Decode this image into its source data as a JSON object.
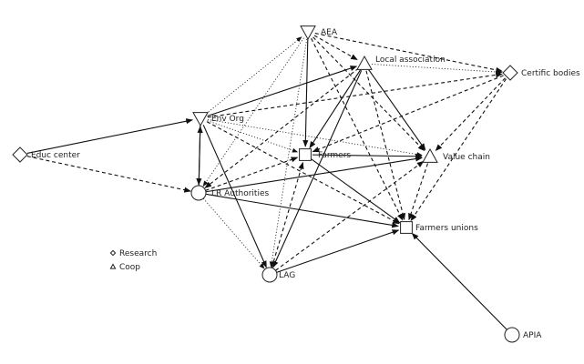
{
  "nodes": [
    {
      "id": "aea",
      "label": "AEA",
      "shape": "triangle-down"
    },
    {
      "id": "local",
      "label": "Local association",
      "shape": "triangle-up"
    },
    {
      "id": "certific",
      "label": "Certific bodies",
      "shape": "diamond"
    },
    {
      "id": "env",
      "label": "Env Org",
      "shape": "triangle-down"
    },
    {
      "id": "educ",
      "label": "Educ center",
      "shape": "diamond"
    },
    {
      "id": "farmers",
      "label": "Farmers",
      "shape": "square"
    },
    {
      "id": "value",
      "label": "Value chain",
      "shape": "triangle-up"
    },
    {
      "id": "lr",
      "label": "LR Authorities",
      "shape": "circle"
    },
    {
      "id": "unions",
      "label": "Farmers unions",
      "shape": "square"
    },
    {
      "id": "lag",
      "label": "LAG",
      "shape": "circle"
    },
    {
      "id": "apia",
      "label": "APIA",
      "shape": "circle"
    }
  ],
  "legend": [
    {
      "label": "Research",
      "shape": "diamond"
    },
    {
      "label": "Coop",
      "shape": "triangle-up"
    }
  ],
  "edges": [
    {
      "from": "educ",
      "to": "env",
      "style": "solid"
    },
    {
      "from": "educ",
      "to": "lr",
      "style": "dashed"
    },
    {
      "from": "env",
      "to": "lr",
      "style": "solid"
    },
    {
      "from": "lr",
      "to": "env",
      "style": "solid"
    },
    {
      "from": "env",
      "to": "aea",
      "style": "dotted"
    },
    {
      "from": "env",
      "to": "local",
      "style": "solid"
    },
    {
      "from": "env",
      "to": "farmers",
      "style": "dotted"
    },
    {
      "from": "env",
      "to": "value",
      "style": "dotted"
    },
    {
      "from": "env",
      "to": "unions",
      "style": "dashed"
    },
    {
      "from": "env",
      "to": "lag",
      "style": "solid"
    },
    {
      "from": "env",
      "to": "certific",
      "style": "dashed"
    },
    {
      "from": "aea",
      "to": "local",
      "style": "dashed"
    },
    {
      "from": "aea",
      "to": "certific",
      "style": "dashed"
    },
    {
      "from": "aea",
      "to": "farmers",
      "style": "solid"
    },
    {
      "from": "aea",
      "to": "value",
      "style": "dashed"
    },
    {
      "from": "aea",
      "to": "unions",
      "style": "dashed"
    },
    {
      "from": "aea",
      "to": "lr",
      "style": "dotted"
    },
    {
      "from": "aea",
      "to": "lag",
      "style": "dotted"
    },
    {
      "from": "local",
      "to": "certific",
      "style": "dotted"
    },
    {
      "from": "local",
      "to": "farmers",
      "style": "solid"
    },
    {
      "from": "local",
      "to": "value",
      "style": "solid"
    },
    {
      "from": "local",
      "to": "unions",
      "style": "dashed"
    },
    {
      "from": "local",
      "to": "lr",
      "style": "dashed"
    },
    {
      "from": "local",
      "to": "lag",
      "style": "solid"
    },
    {
      "from": "certific",
      "to": "farmers",
      "style": "dashed"
    },
    {
      "from": "certific",
      "to": "value",
      "style": "dashed"
    },
    {
      "from": "certific",
      "to": "unions",
      "style": "dashed"
    },
    {
      "from": "farmers",
      "to": "value",
      "style": "solid"
    },
    {
      "from": "farmers",
      "to": "unions",
      "style": "solid"
    },
    {
      "from": "lr",
      "to": "farmers",
      "style": "dashed"
    },
    {
      "from": "lr",
      "to": "value",
      "style": "solid"
    },
    {
      "from": "lr",
      "to": "unions",
      "style": "solid"
    },
    {
      "from": "lr",
      "to": "lag",
      "style": "dotted"
    },
    {
      "from": "lag",
      "to": "value",
      "style": "dashed"
    },
    {
      "from": "lag",
      "to": "unions",
      "style": "solid"
    },
    {
      "from": "lag",
      "to": "farmers",
      "style": "dashed"
    },
    {
      "from": "value",
      "to": "unions",
      "style": "dashed"
    },
    {
      "from": "apia",
      "to": "unions",
      "style": "solid"
    }
  ]
}
